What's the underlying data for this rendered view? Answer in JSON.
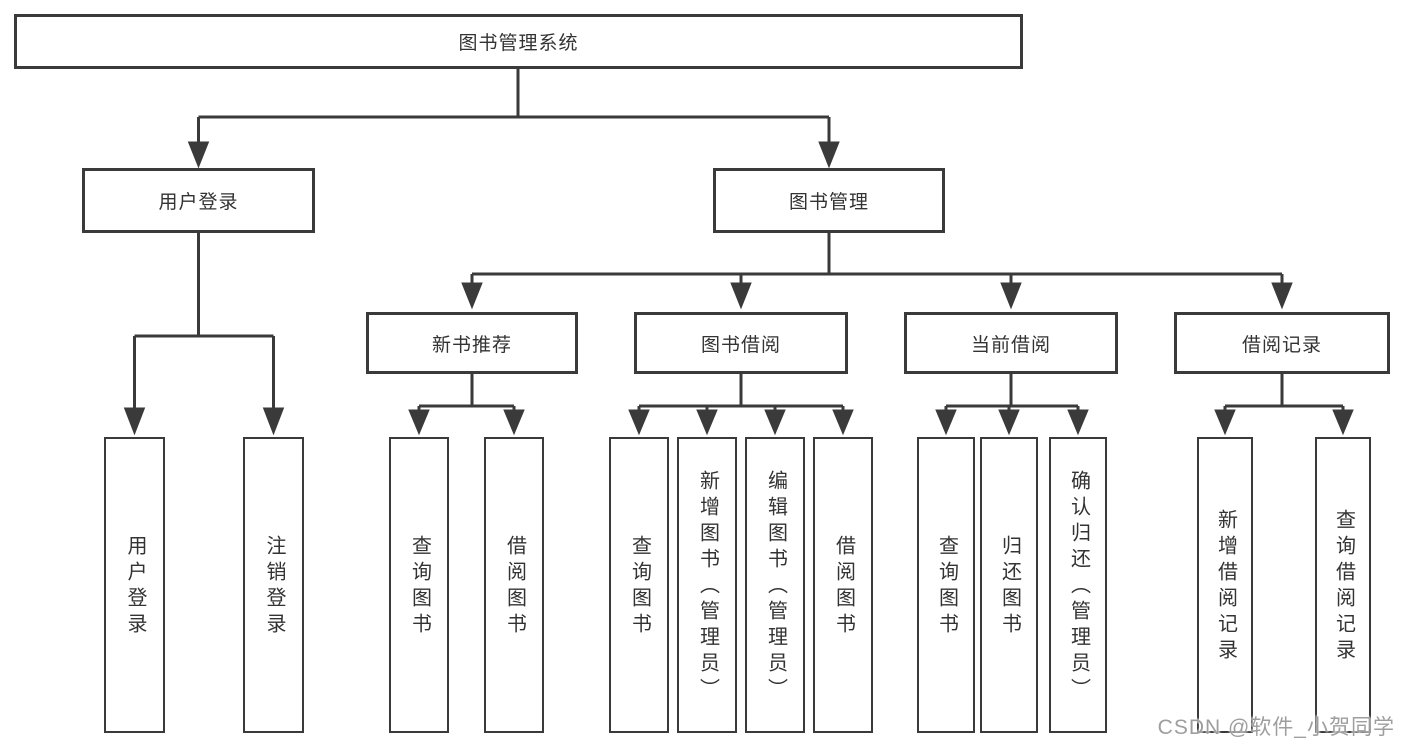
{
  "tree": {
    "label": "图书管理系统",
    "children": [
      {
        "label": "用户登录",
        "children": [
          {
            "label": "用户登录"
          },
          {
            "label": "注销登录"
          }
        ]
      },
      {
        "label": "图书管理",
        "children": [
          {
            "label": "新书推荐",
            "children": [
              {
                "label": "查询图书"
              },
              {
                "label": "借阅图书"
              }
            ]
          },
          {
            "label": "图书借阅",
            "children": [
              {
                "label": "查询图书"
              },
              {
                "label": "新增图书（管理员）"
              },
              {
                "label": "编辑图书（管理员）"
              },
              {
                "label": "借阅图书"
              }
            ]
          },
          {
            "label": "当前借阅",
            "children": [
              {
                "label": "查询图书"
              },
              {
                "label": "归还图书"
              },
              {
                "label": "确认归还（管理员）"
              }
            ]
          },
          {
            "label": "借阅记录",
            "children": [
              {
                "label": "新增借阅记录"
              },
              {
                "label": "查询借阅记录"
              }
            ]
          }
        ]
      }
    ]
  },
  "colors": {
    "line": "#3a3a3a",
    "text": "#333333",
    "watermark": "#9e9e9e",
    "background": "#ffffff"
  },
  "watermark": {
    "text": "CSDN @软件_小贺同学"
  }
}
